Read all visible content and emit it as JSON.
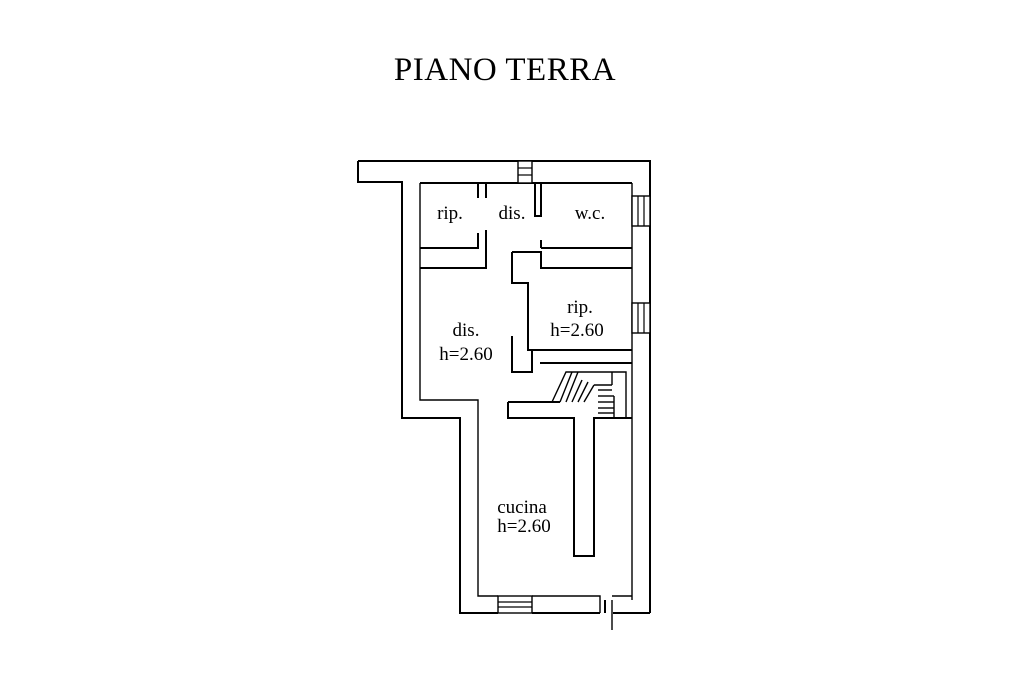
{
  "plan": {
    "title": "PIANO TERRA",
    "rooms": [
      {
        "id": "rip-1",
        "name": "rip.",
        "height": ""
      },
      {
        "id": "dis-1",
        "name": "dis.",
        "height": ""
      },
      {
        "id": "wc",
        "name": "w.c.",
        "height": ""
      },
      {
        "id": "rip-2",
        "name": "rip.",
        "height": "h=2.60"
      },
      {
        "id": "dis-2",
        "name": "dis.",
        "height": "h=2.60"
      },
      {
        "id": "cucina",
        "name": "cucina",
        "height": "h=2.60"
      }
    ]
  }
}
